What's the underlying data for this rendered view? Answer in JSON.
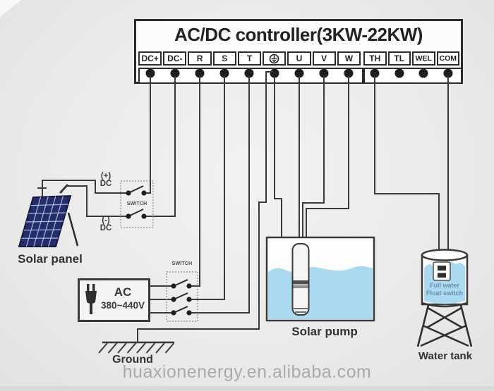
{
  "controller": {
    "title": "AC/DC controller(3KW-22KW)",
    "terminals": [
      {
        "label": "DC+"
      },
      {
        "label": "DC-"
      },
      {
        "label": "R"
      },
      {
        "label": "S"
      },
      {
        "label": "T"
      },
      {
        "label": "",
        "icon": "earth-ground-icon"
      },
      {
        "label": "U"
      },
      {
        "label": "V"
      },
      {
        "label": "W"
      },
      {
        "label": "TH"
      },
      {
        "label": "TL"
      },
      {
        "label": "WEL"
      },
      {
        "label": "COM"
      }
    ]
  },
  "solar": {
    "panel_label": "Solar panel",
    "plus_terminal": "+",
    "dc_plus_line1": "(+)",
    "dc_plus_line2": "DC",
    "dc_minus_line1": "(-)",
    "dc_minus_line2": "DC",
    "switch_label": "SWITCH"
  },
  "ac": {
    "line1": "AC",
    "line2": "380~440V",
    "switch_label": "SWITCH",
    "plug_icon": "power-plug-icon"
  },
  "ground": {
    "label": "Ground"
  },
  "pump": {
    "label": "Solar pump"
  },
  "tank": {
    "float_switch_line1": "Full water",
    "float_switch_line2": "Float switch",
    "label": "Water tank"
  },
  "watermark": {
    "text": "huaxionenergy.en.alibaba.com"
  },
  "colors": {
    "wire": "#3a3a3a",
    "box_border": "#2b2b2b",
    "solar_panel_blue": "#232d6b",
    "water_blue": "#a9daf1",
    "label_text": "#333333",
    "float_text": "#6b8cab",
    "watermark_gray": "#a8a8a8"
  }
}
